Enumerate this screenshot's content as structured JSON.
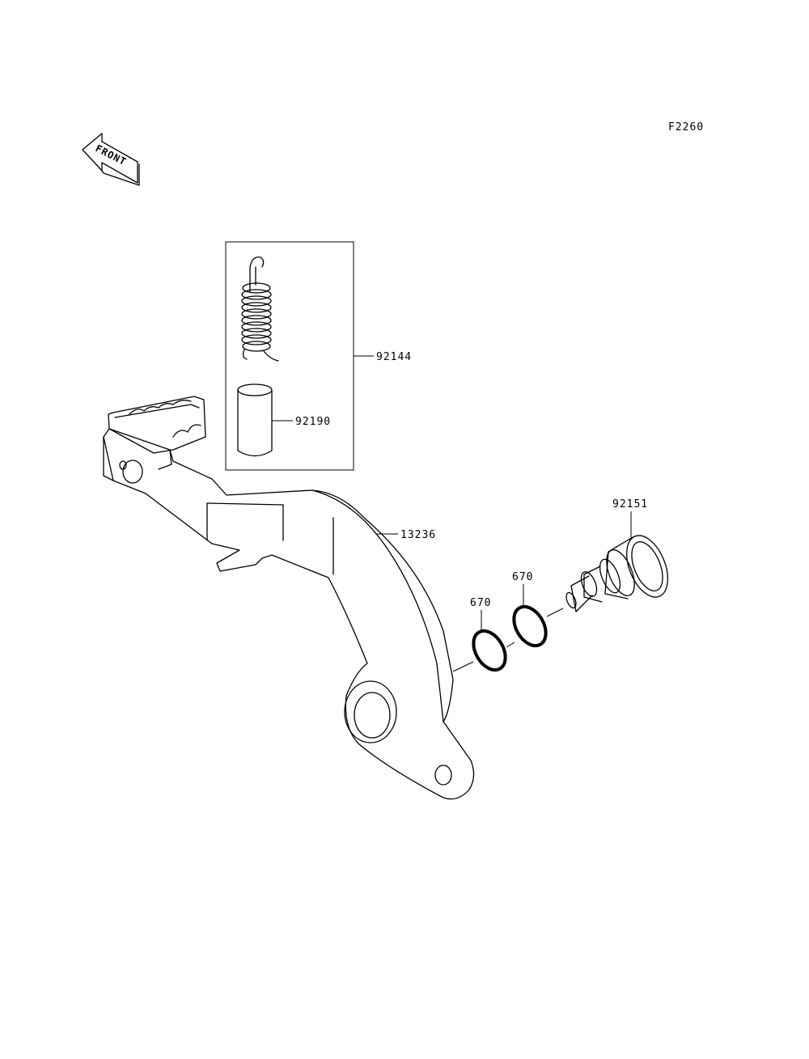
{
  "figure_code": "F2260",
  "front_indicator": {
    "text": "FRONT",
    "icon": "front-arrow-icon"
  },
  "callouts": {
    "spring_kit": "92144",
    "collar": "92190",
    "brake_pedal": "13236",
    "shaft": "92151",
    "oring_a": "670",
    "oring_b": "670"
  },
  "colors": {
    "line": "#000000",
    "background": "#ffffff"
  }
}
